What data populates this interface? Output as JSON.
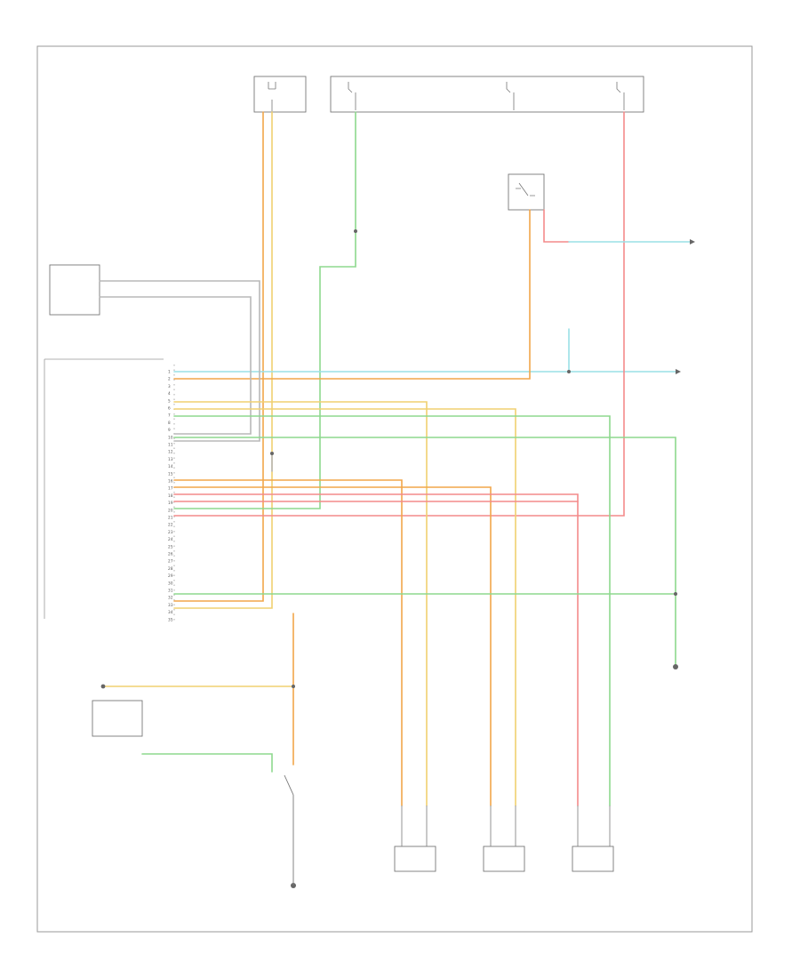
{
  "diagram": {
    "colors": {
      "yellow": "#f0d070",
      "orange": "#f2a64a",
      "red": "#f48a8a",
      "green": "#8ed88e",
      "cyan": "#9ae0e6",
      "gray": "#b8b8b8",
      "frame": "#9a9a9a"
    },
    "connector_pins": [
      "1",
      "2",
      "3",
      "4",
      "5",
      "6",
      "7",
      "8",
      "9",
      "10",
      "11",
      "12",
      "13",
      "14",
      "15",
      "16",
      "17",
      "18",
      "19",
      "20",
      "21",
      "22",
      "23",
      "24",
      "25",
      "26",
      "27",
      "28",
      "29",
      "30",
      "31",
      "32",
      "33",
      "34",
      "35"
    ],
    "footer_code": ""
  }
}
